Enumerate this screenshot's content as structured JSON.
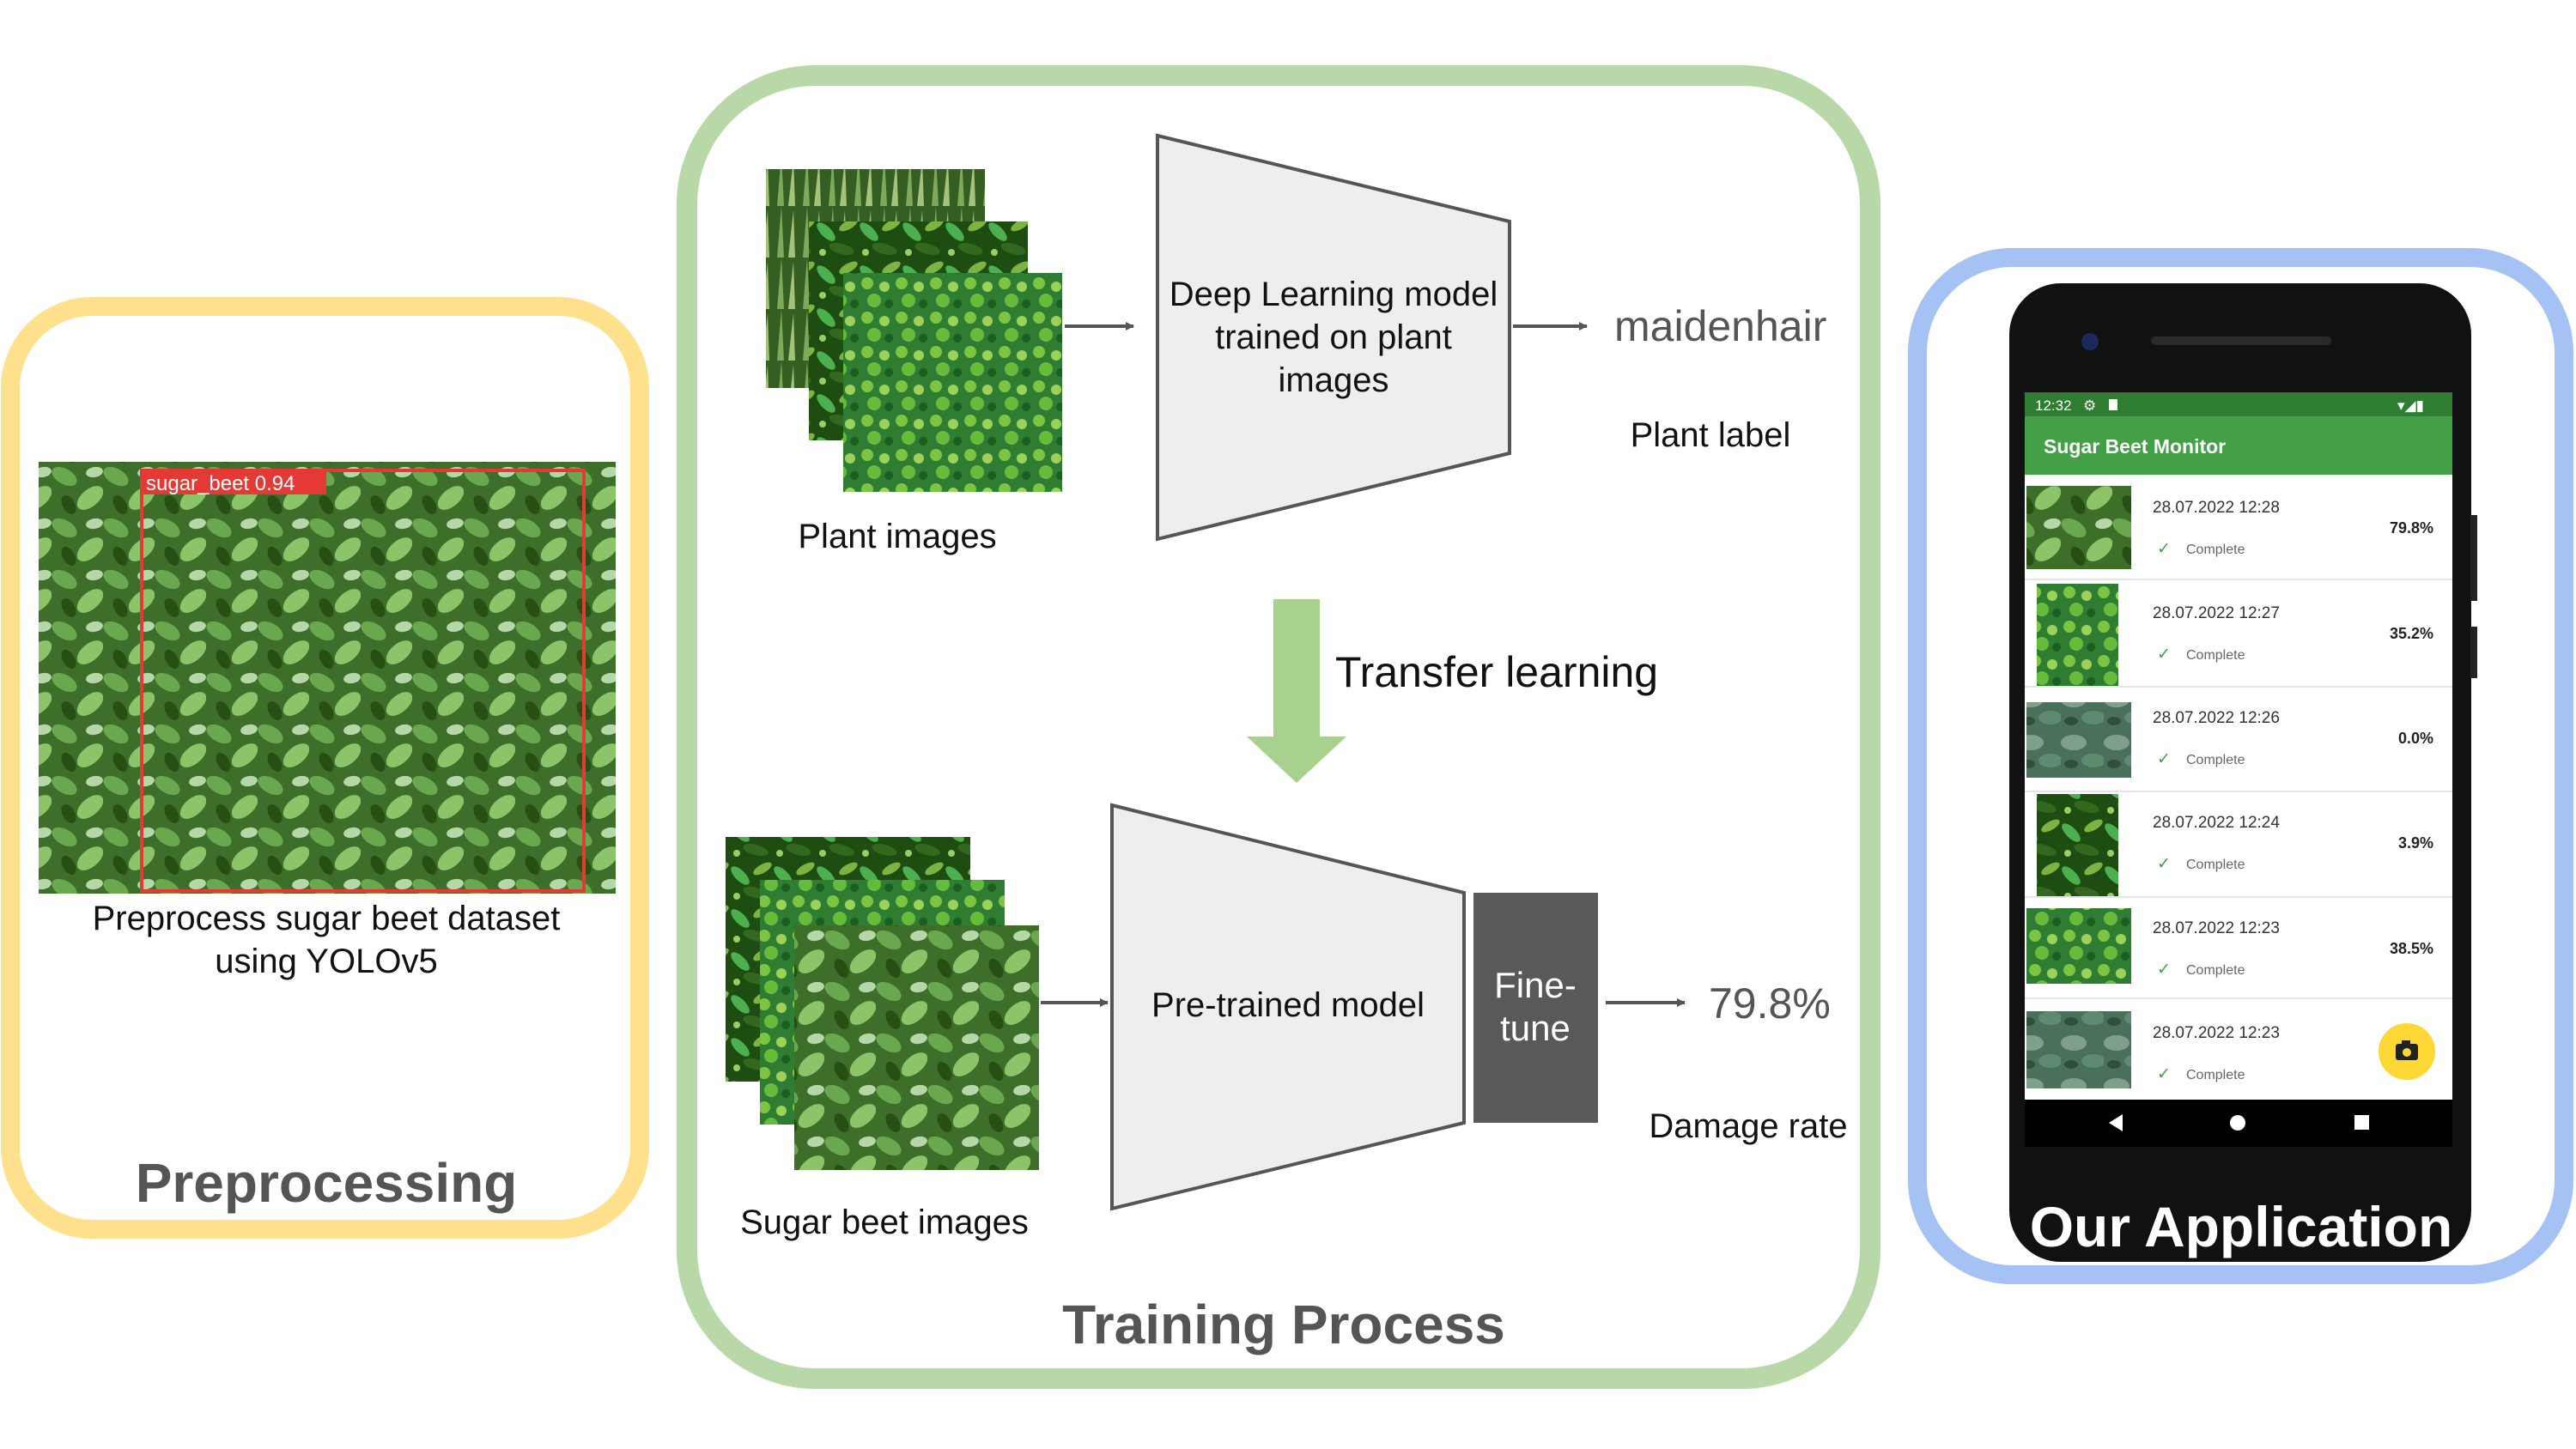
{
  "preprocessing": {
    "detection_label": "sugar_beet",
    "detection_score": "0.94",
    "caption_line1": "Preprocess sugar beet dataset",
    "caption_line2": "using YOLOv5",
    "section_title": "Preprocessing",
    "border_color": "#FFE08C"
  },
  "training": {
    "section_title": "Training Process",
    "border_color": "#B8D8A8",
    "plant_images_label": "Plant images",
    "dl_model_line1": "Deep Learning model",
    "dl_model_line2": "trained on plant",
    "dl_model_line3": "images",
    "predicted_label": "maidenhair",
    "plant_label_caption": "Plant label",
    "transfer_label": "Transfer learning",
    "sugar_beet_images_label": "Sugar beet images",
    "pretrained_label": "Pre-trained model",
    "finetune_line1": "Fine-",
    "finetune_line2": "tune",
    "damage_value": "79.8%",
    "damage_caption": "Damage rate",
    "arrow_color": "#A9D18E"
  },
  "application": {
    "section_title": "Our Application",
    "border_color": "#A4C2F4",
    "status_time": "12:32",
    "app_title": "Sugar Beet Monitor",
    "accent": "#43A047",
    "fab_color": "#FDD835",
    "items": [
      {
        "timestamp": "28.07.2022 12:28",
        "status": "Complete",
        "rate": "79.8%"
      },
      {
        "timestamp": "28.07.2022 12:27",
        "status": "Complete",
        "rate": "35.2%"
      },
      {
        "timestamp": "28.07.2022 12:26",
        "status": "Complete",
        "rate": "0.0%"
      },
      {
        "timestamp": "28.07.2022 12:24",
        "status": "Complete",
        "rate": "3.9%"
      },
      {
        "timestamp": "28.07.2022 12:23",
        "status": "Complete",
        "rate": "38.5%"
      },
      {
        "timestamp": "28.07.2022 12:23",
        "status": "Complete",
        "rate": ""
      }
    ]
  }
}
